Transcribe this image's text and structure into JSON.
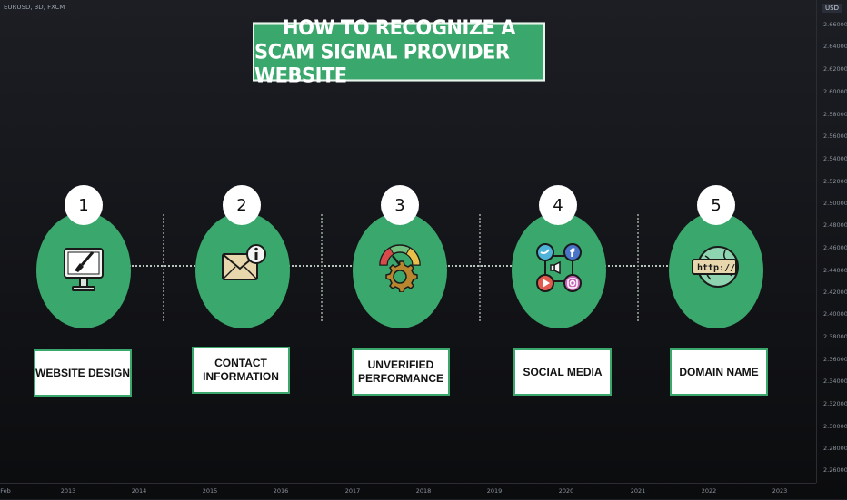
{
  "chart_header": {
    "symbol": "EURUSD, 3D, FXCM",
    "currency": "USD"
  },
  "price_axis": [
    "2.66000",
    "2.64000",
    "2.62000",
    "2.60000",
    "2.58000",
    "2.56000",
    "2.54000",
    "2.52000",
    "2.50000",
    "2.48000",
    "2.46000",
    "2.44000",
    "2.42000",
    "2.40000",
    "2.38000",
    "2.36000",
    "2.34000",
    "2.32000",
    "2.30000",
    "2.28000",
    "2.26000"
  ],
  "time_axis": [
    "Feb",
    "2013",
    "2014",
    "2015",
    "2016",
    "2017",
    "2018",
    "2019",
    "2020",
    "2021",
    "2022",
    "2023"
  ],
  "infographic": {
    "title_line1": "HOW TO RECOGNIZE A",
    "title_line2": "SCAM SIGNAL PROVIDER WEBSITE",
    "steps": [
      {
        "number": "1",
        "icon": "monitor-paintbrush-icon",
        "label_line1": "WEBSITE DESIGN",
        "label_line2": ""
      },
      {
        "number": "2",
        "icon": "envelope-info-icon",
        "label_line1": "CONTACT",
        "label_line2": "INFORMATION"
      },
      {
        "number": "3",
        "icon": "gauge-gear-icon",
        "label_line1": "UNVERIFIED",
        "label_line2": "PERFORMANCE"
      },
      {
        "number": "4",
        "icon": "social-media-network-icon",
        "label_line1": "SOCIAL MEDIA",
        "label_line2": ""
      },
      {
        "number": "5",
        "icon": "globe-http-icon",
        "label_line1": "DOMAIN NAME",
        "label_line2": ""
      }
    ]
  },
  "colors": {
    "accent_green": "#3aa86c",
    "background": "#131418"
  }
}
